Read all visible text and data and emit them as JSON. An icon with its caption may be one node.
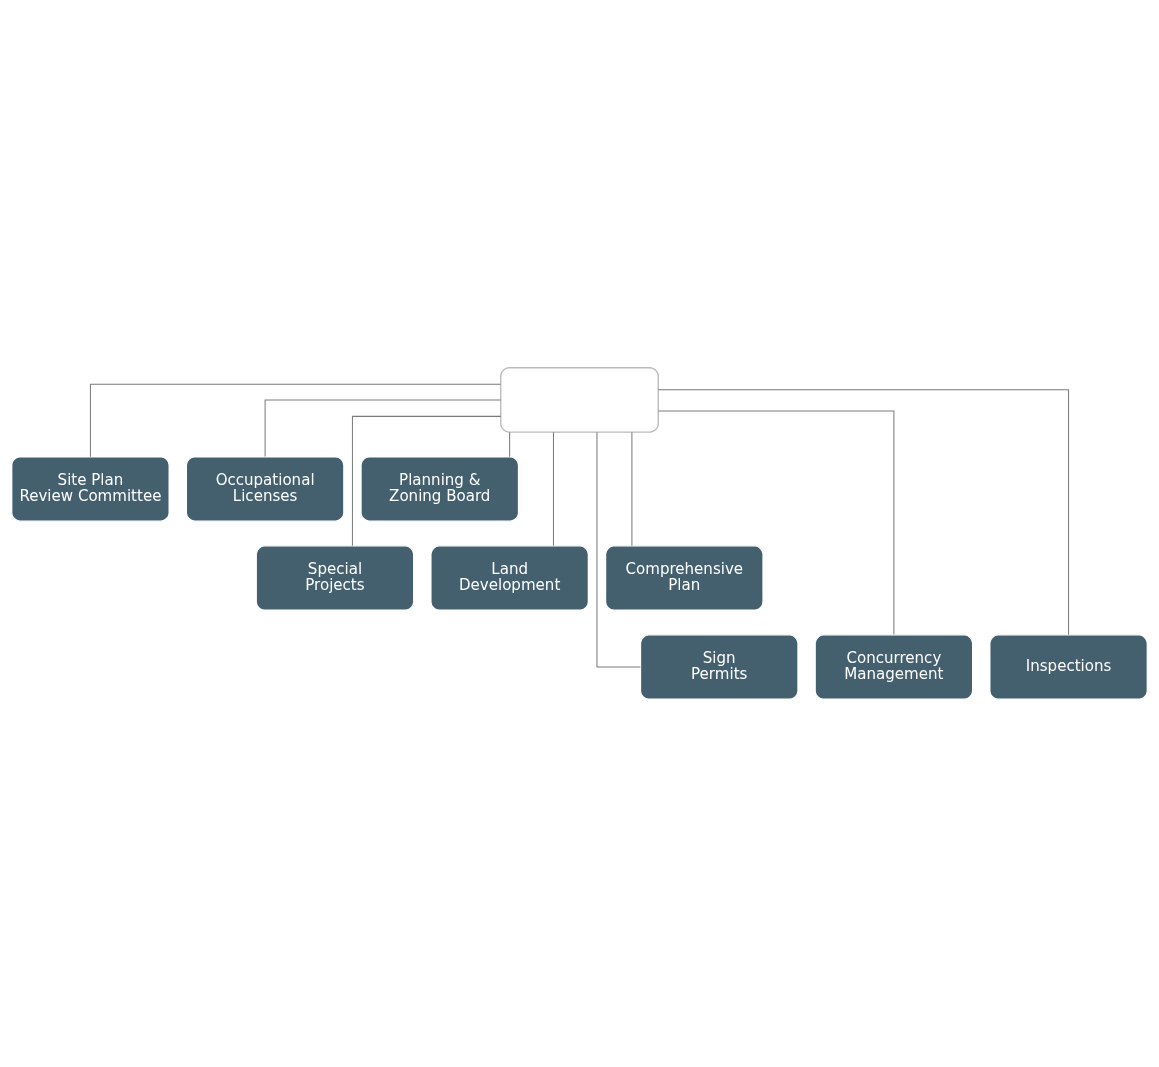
{
  "diagram": {
    "nodes": [
      {
        "text": [],
        "shape": "box"
      },
      {
        "text": [
          "Site Plan Review Committee"
        ]
      },
      {
        "text": [
          "Occupational Licenses"
        ]
      },
      {
        "text": [
          "Planning & Zoning Board"
        ]
      },
      {
        "text": [
          "Special Projects"
        ]
      },
      {
        "text": [
          "Land Development"
        ]
      },
      {
        "text": [
          "Comprehensive Plan"
        ]
      },
      {
        "text": [
          "Sign Permits"
        ]
      },
      {
        "text": [
          "Concurrency Management"
        ]
      },
      {
        "text": [
          "Inspections"
        ]
      }
    ],
    "edges": [
      {
        "from": 0,
        "to": 1,
        "arrow": "none"
      },
      {
        "from": 0,
        "to": 2,
        "arrow": "none"
      },
      {
        "from": 0,
        "to": 3,
        "arrow": "none"
      },
      {
        "from": 0,
        "to": 4,
        "arrow": "none"
      },
      {
        "from": 0,
        "to": 5,
        "arrow": "none"
      },
      {
        "from": 0,
        "to": 6,
        "arrow": "none"
      },
      {
        "from": 0,
        "to": 7,
        "arrow": "none"
      },
      {
        "from": 0,
        "to": 8,
        "arrow": "none"
      },
      {
        "from": 0,
        "to": 9,
        "arrow": "none"
      }
    ]
  }
}
